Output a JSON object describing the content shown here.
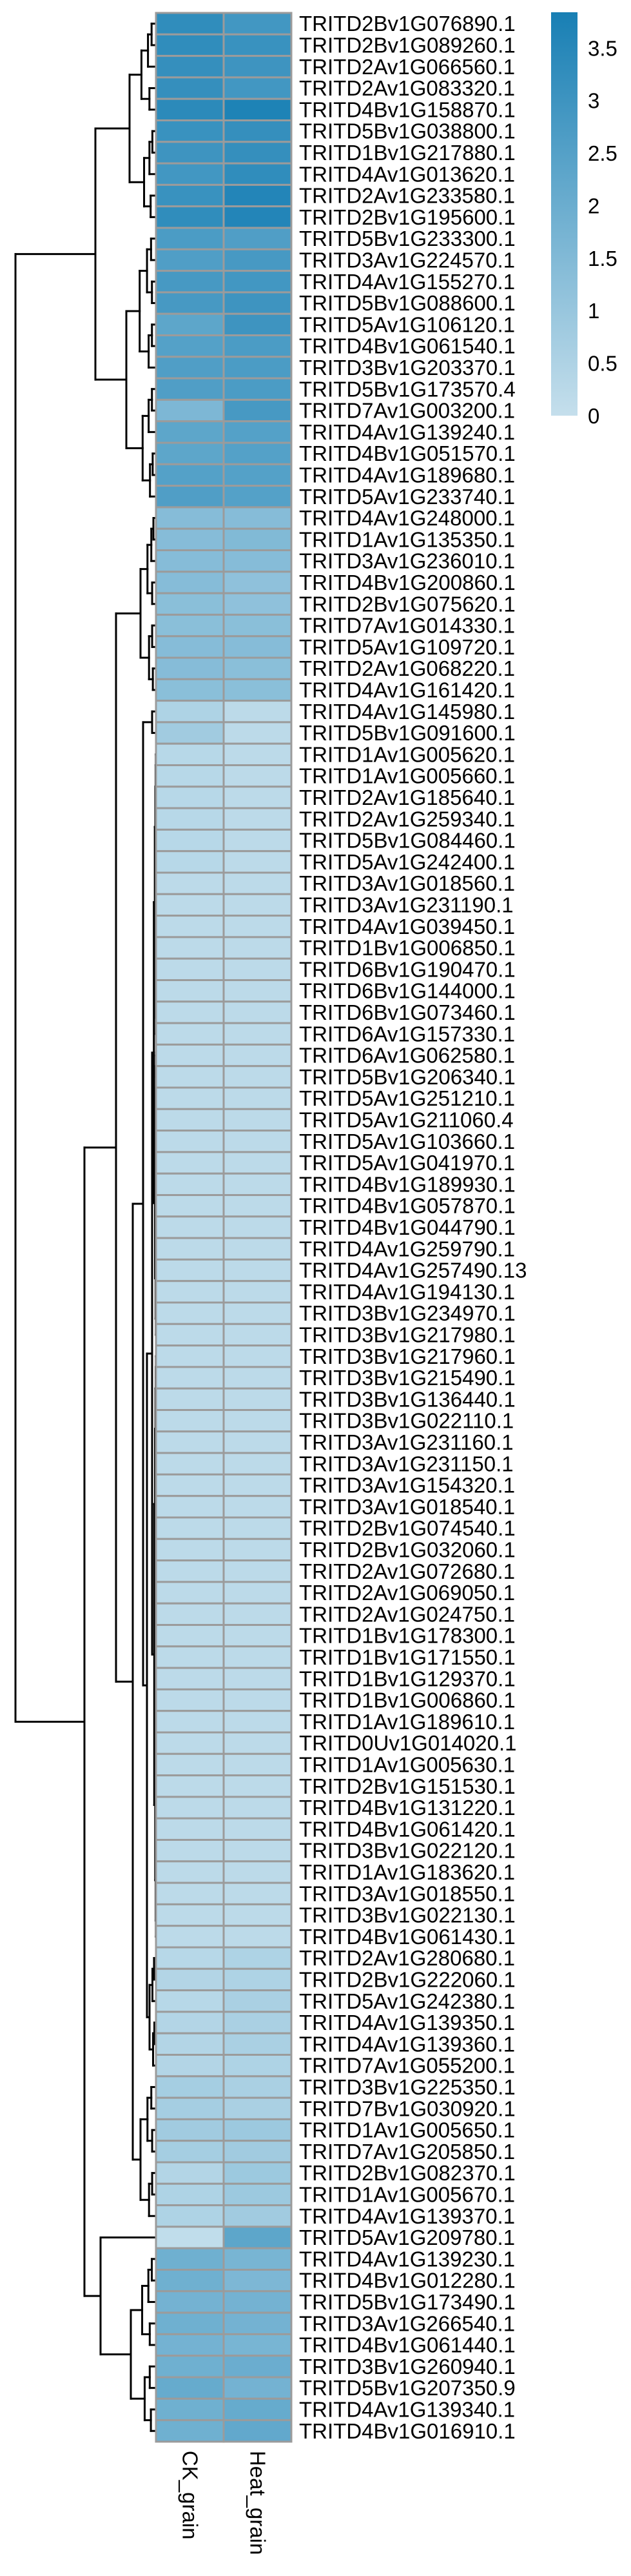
{
  "chart_data": {
    "type": "heatmap",
    "title": "",
    "columns": [
      "CK_grain",
      "Heat_grain"
    ],
    "color_range": [
      0,
      3.84
    ],
    "colors": {
      "low": "#c5dfec",
      "high": "#187fb4",
      "cell_border": "#9b9b9b",
      "dendrogram": "#000000"
    },
    "legend": {
      "placement": "top-right",
      "ticks": [
        0,
        0.5,
        1,
        1.5,
        2,
        2.5,
        3,
        3.5
      ],
      "tick_labels": [
        "0",
        "0.5",
        "1",
        "1.5",
        "2",
        "2.5",
        "3",
        "3.5"
      ]
    },
    "row_dendrogram": true,
    "rows": [
      {
        "label": "TRITD2Bv1G076890.1",
        "values": [
          3.3,
          2.9
        ]
      },
      {
        "label": "TRITD2Bv1G089260.1",
        "values": [
          3.3,
          3.1
        ]
      },
      {
        "label": "TRITD2Av1G066560.1",
        "values": [
          3.2,
          3.0
        ]
      },
      {
        "label": "TRITD2Av1G083320.1",
        "values": [
          3.2,
          2.9
        ]
      },
      {
        "label": "TRITD4Bv1G158870.1",
        "values": [
          3.4,
          3.7
        ]
      },
      {
        "label": "TRITD5Bv1G038800.1",
        "values": [
          3.1,
          3.2
        ]
      },
      {
        "label": "TRITD1Bv1G217880.1",
        "values": [
          3.0,
          3.2
        ]
      },
      {
        "label": "TRITD4Av1G013620.1",
        "values": [
          2.9,
          3.3
        ]
      },
      {
        "label": "TRITD2Av1G233580.1",
        "values": [
          3.1,
          3.6
        ]
      },
      {
        "label": "TRITD2Bv1G195600.1",
        "values": [
          3.3,
          3.6
        ]
      },
      {
        "label": "TRITD5Bv1G233300.1",
        "values": [
          2.7,
          2.6
        ]
      },
      {
        "label": "TRITD3Av1G224570.1",
        "values": [
          2.6,
          2.8
        ]
      },
      {
        "label": "TRITD4Av1G155270.1",
        "values": [
          2.8,
          2.9
        ]
      },
      {
        "label": "TRITD5Bv1G088600.1",
        "values": [
          2.8,
          3.0
        ]
      },
      {
        "label": "TRITD5Av1G106120.1",
        "values": [
          2.3,
          3.0
        ]
      },
      {
        "label": "TRITD4Bv1G061540.1",
        "values": [
          2.5,
          2.7
        ]
      },
      {
        "label": "TRITD3Bv1G203370.1",
        "values": [
          2.6,
          2.7
        ]
      },
      {
        "label": "TRITD5Bv1G173570.4",
        "values": [
          2.6,
          2.7
        ]
      },
      {
        "label": "TRITD7Av1G003200.1",
        "values": [
          1.6,
          2.8
        ]
      },
      {
        "label": "TRITD4Av1G139240.1",
        "values": [
          2.3,
          2.5
        ]
      },
      {
        "label": "TRITD4Bv1G051570.1",
        "values": [
          2.3,
          2.5
        ]
      },
      {
        "label": "TRITD4Av1G189680.1",
        "values": [
          2.5,
          2.5
        ]
      },
      {
        "label": "TRITD5Av1G233740.1",
        "values": [
          2.6,
          2.5
        ]
      },
      {
        "label": "TRITD4Av1G248000.1",
        "values": [
          1.4,
          1.4
        ]
      },
      {
        "label": "TRITD1Av1G135350.1",
        "values": [
          1.4,
          1.5
        ]
      },
      {
        "label": "TRITD3Av1G236010.1",
        "values": [
          1.4,
          1.4
        ]
      },
      {
        "label": "TRITD4Bv1G200860.1",
        "values": [
          1.4,
          1.2
        ]
      },
      {
        "label": "TRITD2Bv1G075620.1",
        "values": [
          1.3,
          1.2
        ]
      },
      {
        "label": "TRITD7Av1G014330.1",
        "values": [
          1.3,
          1.3
        ]
      },
      {
        "label": "TRITD5Av1G109720.1",
        "values": [
          1.4,
          1.4
        ]
      },
      {
        "label": "TRITD2Av1G068220.1",
        "values": [
          1.4,
          1.3
        ]
      },
      {
        "label": "TRITD4Av1G161420.1",
        "values": [
          1.3,
          1.3
        ]
      },
      {
        "label": "TRITD4Av1G145980.1",
        "values": [
          0.5,
          0.2
        ]
      },
      {
        "label": "TRITD5Bv1G091600.1",
        "values": [
          0.8,
          0.2
        ]
      },
      {
        "label": "TRITD1Av1G005620.1",
        "values": [
          0.3,
          0.2
        ]
      },
      {
        "label": "TRITD1Av1G005660.1",
        "values": [
          0.3,
          0.2
        ]
      },
      {
        "label": "TRITD2Av1G185640.1",
        "values": [
          0.3,
          0.2
        ]
      },
      {
        "label": "TRITD2Av1G259340.1",
        "values": [
          0.3,
          0.2
        ]
      },
      {
        "label": "TRITD5Bv1G084460.1",
        "values": [
          0.3,
          0.2
        ]
      },
      {
        "label": "TRITD5Av1G242400.1",
        "values": [
          0.3,
          0.2
        ]
      },
      {
        "label": "TRITD3Av1G018560.1",
        "values": [
          0.2,
          0.2
        ]
      },
      {
        "label": "TRITD3Av1G231190.1",
        "values": [
          0.2,
          0.2
        ]
      },
      {
        "label": "TRITD4Av1G039450.1",
        "values": [
          0.2,
          0.2
        ]
      },
      {
        "label": "TRITD1Bv1G006850.1",
        "values": [
          0.2,
          0.2
        ]
      },
      {
        "label": "TRITD6Bv1G190470.1",
        "values": [
          0.2,
          0.2
        ]
      },
      {
        "label": "TRITD6Bv1G144000.1",
        "values": [
          0.2,
          0.2
        ]
      },
      {
        "label": "TRITD6Bv1G073460.1",
        "values": [
          0.2,
          0.2
        ]
      },
      {
        "label": "TRITD6Av1G157330.1",
        "values": [
          0.2,
          0.2
        ]
      },
      {
        "label": "TRITD6Av1G062580.1",
        "values": [
          0.2,
          0.2
        ]
      },
      {
        "label": "TRITD5Bv1G206340.1",
        "values": [
          0.2,
          0.2
        ]
      },
      {
        "label": "TRITD5Av1G251210.1",
        "values": [
          0.2,
          0.2
        ]
      },
      {
        "label": "TRITD5Av1G211060.4",
        "values": [
          0.2,
          0.2
        ]
      },
      {
        "label": "TRITD5Av1G103660.1",
        "values": [
          0.2,
          0.2
        ]
      },
      {
        "label": "TRITD5Av1G041970.1",
        "values": [
          0.2,
          0.2
        ]
      },
      {
        "label": "TRITD4Bv1G189930.1",
        "values": [
          0.2,
          0.2
        ]
      },
      {
        "label": "TRITD4Bv1G057870.1",
        "values": [
          0.2,
          0.2
        ]
      },
      {
        "label": "TRITD4Bv1G044790.1",
        "values": [
          0.2,
          0.2
        ]
      },
      {
        "label": "TRITD4Av1G259790.1",
        "values": [
          0.2,
          0.2
        ]
      },
      {
        "label": "TRITD4Av1G257490.13",
        "values": [
          0.2,
          0.2
        ]
      },
      {
        "label": "TRITD4Av1G194130.1",
        "values": [
          0.2,
          0.2
        ]
      },
      {
        "label": "TRITD3Bv1G234970.1",
        "values": [
          0.2,
          0.2
        ]
      },
      {
        "label": "TRITD3Bv1G217980.1",
        "values": [
          0.2,
          0.2
        ]
      },
      {
        "label": "TRITD3Bv1G217960.1",
        "values": [
          0.2,
          0.2
        ]
      },
      {
        "label": "TRITD3Bv1G215490.1",
        "values": [
          0.2,
          0.2
        ]
      },
      {
        "label": "TRITD3Bv1G136440.1",
        "values": [
          0.2,
          0.2
        ]
      },
      {
        "label": "TRITD3Bv1G022110.1",
        "values": [
          0.2,
          0.2
        ]
      },
      {
        "label": "TRITD3Av1G231160.1",
        "values": [
          0.2,
          0.2
        ]
      },
      {
        "label": "TRITD3Av1G231150.1",
        "values": [
          0.2,
          0.2
        ]
      },
      {
        "label": "TRITD3Av1G154320.1",
        "values": [
          0.2,
          0.2
        ]
      },
      {
        "label": "TRITD3Av1G018540.1",
        "values": [
          0.2,
          0.2
        ]
      },
      {
        "label": "TRITD2Bv1G074540.1",
        "values": [
          0.2,
          0.2
        ]
      },
      {
        "label": "TRITD2Bv1G032060.1",
        "values": [
          0.2,
          0.2
        ]
      },
      {
        "label": "TRITD2Av1G072680.1",
        "values": [
          0.2,
          0.2
        ]
      },
      {
        "label": "TRITD2Av1G069050.1",
        "values": [
          0.2,
          0.2
        ]
      },
      {
        "label": "TRITD2Av1G024750.1",
        "values": [
          0.2,
          0.2
        ]
      },
      {
        "label": "TRITD1Bv1G178300.1",
        "values": [
          0.2,
          0.2
        ]
      },
      {
        "label": "TRITD1Bv1G171550.1",
        "values": [
          0.2,
          0.2
        ]
      },
      {
        "label": "TRITD1Bv1G129370.1",
        "values": [
          0.2,
          0.2
        ]
      },
      {
        "label": "TRITD1Bv1G006860.1",
        "values": [
          0.2,
          0.2
        ]
      },
      {
        "label": "TRITD1Av1G189610.1",
        "values": [
          0.2,
          0.2
        ]
      },
      {
        "label": "TRITD0Uv1G014020.1",
        "values": [
          0.2,
          0.2
        ]
      },
      {
        "label": "TRITD1Av1G005630.1",
        "values": [
          0.2,
          0.2
        ]
      },
      {
        "label": "TRITD2Bv1G151530.1",
        "values": [
          0.2,
          0.2
        ]
      },
      {
        "label": "TRITD4Bv1G131220.1",
        "values": [
          0.2,
          0.2
        ]
      },
      {
        "label": "TRITD4Bv1G061420.1",
        "values": [
          0.2,
          0.2
        ]
      },
      {
        "label": "TRITD3Bv1G022120.1",
        "values": [
          0.2,
          0.2
        ]
      },
      {
        "label": "TRITD1Av1G183620.1",
        "values": [
          0.2,
          0.2
        ]
      },
      {
        "label": "TRITD3Av1G018550.1",
        "values": [
          0.2,
          0.2
        ]
      },
      {
        "label": "TRITD3Bv1G022130.1",
        "values": [
          0.2,
          0.2
        ]
      },
      {
        "label": "TRITD4Bv1G061430.1",
        "values": [
          0.2,
          0.2
        ]
      },
      {
        "label": "TRITD2Av1G280680.1",
        "values": [
          0.3,
          0.5
        ]
      },
      {
        "label": "TRITD2Bv1G222060.1",
        "values": [
          0.4,
          0.5
        ]
      },
      {
        "label": "TRITD5Av1G242380.1",
        "values": [
          0.3,
          0.6
        ]
      },
      {
        "label": "TRITD4Av1G139350.1",
        "values": [
          0.4,
          0.6
        ]
      },
      {
        "label": "TRITD4Av1G139360.1",
        "values": [
          0.4,
          0.6
        ]
      },
      {
        "label": "TRITD7Av1G055200.1",
        "values": [
          0.4,
          0.5
        ]
      },
      {
        "label": "TRITD3Bv1G225350.1",
        "values": [
          0.7,
          0.6
        ]
      },
      {
        "label": "TRITD7Bv1G030920.1",
        "values": [
          0.7,
          0.6
        ]
      },
      {
        "label": "TRITD1Av1G005650.1",
        "values": [
          0.8,
          0.9
        ]
      },
      {
        "label": "TRITD7Av1G205850.1",
        "values": [
          0.7,
          0.8
        ]
      },
      {
        "label": "TRITD2Bv1G082370.1",
        "values": [
          0.4,
          0.9
        ]
      },
      {
        "label": "TRITD1Av1G005670.1",
        "values": [
          0.5,
          0.9
        ]
      },
      {
        "label": "TRITD4Av1G139370.1",
        "values": [
          0.5,
          0.8
        ]
      },
      {
        "label": "TRITD5Av1G209780.1",
        "values": [
          0.1,
          2.3
        ]
      },
      {
        "label": "TRITD4Av1G139230.1",
        "values": [
          1.9,
          1.7
        ]
      },
      {
        "label": "TRITD4Bv1G012280.1",
        "values": [
          1.9,
          1.6
        ]
      },
      {
        "label": "TRITD5Bv1G173490.1",
        "values": [
          1.8,
          1.8
        ]
      },
      {
        "label": "TRITD3Av1G266540.1",
        "values": [
          1.9,
          1.8
        ]
      },
      {
        "label": "TRITD4Bv1G061440.1",
        "values": [
          1.8,
          1.7
        ]
      },
      {
        "label": "TRITD3Bv1G260940.1",
        "values": [
          1.9,
          2.0
        ]
      },
      {
        "label": "TRITD5Bv1G207350.9",
        "values": [
          2.1,
          1.8
        ]
      },
      {
        "label": "TRITD4Av1G139340.1",
        "values": [
          1.9,
          2.1
        ]
      },
      {
        "label": "TRITD4Bv1G016910.1",
        "values": [
          1.9,
          2.2
        ]
      }
    ]
  }
}
